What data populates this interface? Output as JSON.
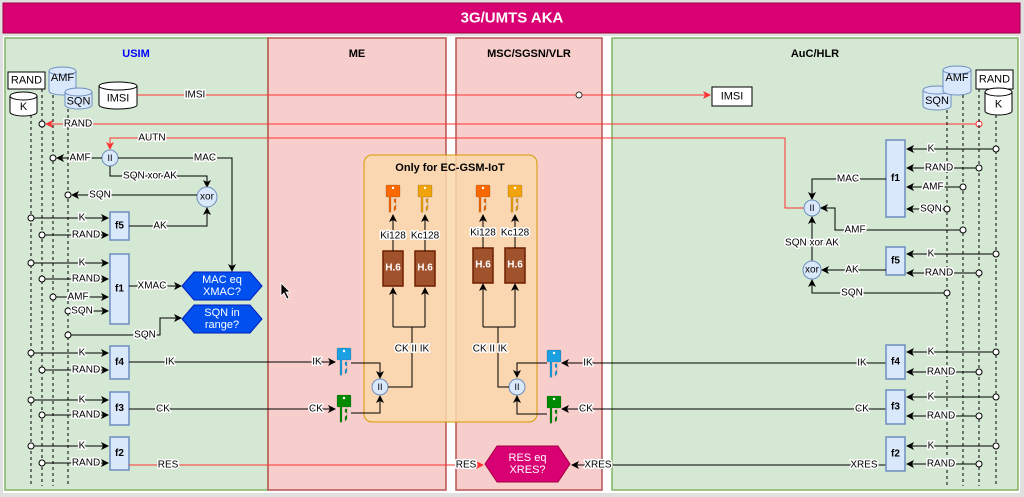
{
  "header": {
    "title": "3G/UMTS AKA"
  },
  "lanes": {
    "usim": "USIM",
    "me": "ME",
    "msc": "MSC/SGSN/VLR",
    "auc": "AuC/HLR"
  },
  "stores": {
    "rand": "RAND",
    "k": "K",
    "amf": "AMF",
    "sqn": "SQN",
    "imsi": "IMSI"
  },
  "functions": {
    "f1": "f1",
    "f2": "f2",
    "f3": "f3",
    "f4": "f4",
    "f5": "f5",
    "h6": "H.6",
    "concat": "II",
    "xor": "xor"
  },
  "signals": {
    "imsi": "IMSI",
    "rand": "RAND",
    "autn": "AUTN",
    "amf": "AMF",
    "mac": "MAC",
    "sqn_xor_ak": "SQN xor AK",
    "sqn": "SQN",
    "k": "K",
    "ak": "AK",
    "xmac": "XMAC",
    "ik": "IK",
    "ck": "CK",
    "res": "RES",
    "xres": "XRES",
    "ck_ii_ik": "CK II IK",
    "ki128": "Ki128",
    "kc128": "Kc128"
  },
  "checks": {
    "mac": [
      "MAC eq",
      "XMAC?"
    ],
    "sqn": [
      "SQN in",
      "range?"
    ],
    "res": [
      "RES eq",
      "XRES?"
    ]
  },
  "ec_gsm": {
    "title": "Only for EC-GSM-IoT"
  },
  "colors": {
    "title_bar": "#d80073",
    "usim_lane": "#d5e8d4",
    "network_lane": "#f8cecc",
    "ec_gsm_box": "#fad7ac",
    "function_box": "#dae8fc",
    "h6_box": "#a0522d",
    "check_hex": "#0050ef",
    "res_hex": "#d80073",
    "red_signal": "#ff3333",
    "ik_key": "#1ba1e2",
    "ck_key": "#008a00",
    "ki_key": "#fa6800",
    "kc_key": "#f0a30a",
    "usim_title": "#0000ff"
  }
}
